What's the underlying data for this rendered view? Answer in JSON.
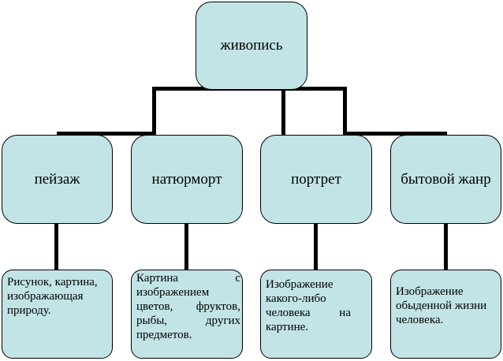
{
  "root": {
    "label": "живопись"
  },
  "genres": [
    {
      "label": "пейзаж",
      "description": "Рисунок, картина, изображающая природу."
    },
    {
      "label": "натюрморт",
      "description": "Картина с изображением цветов, фруктов, рыбы, других предметов."
    },
    {
      "label": "портрет",
      "description": "Изображение какого-либо человека на картине."
    },
    {
      "label": "бытовой жанр",
      "description": "Изображение обыденной жизни человека."
    }
  ],
  "colors": {
    "box_fill": "#c2e4e6",
    "border": "#000000",
    "connector": "#000000"
  }
}
